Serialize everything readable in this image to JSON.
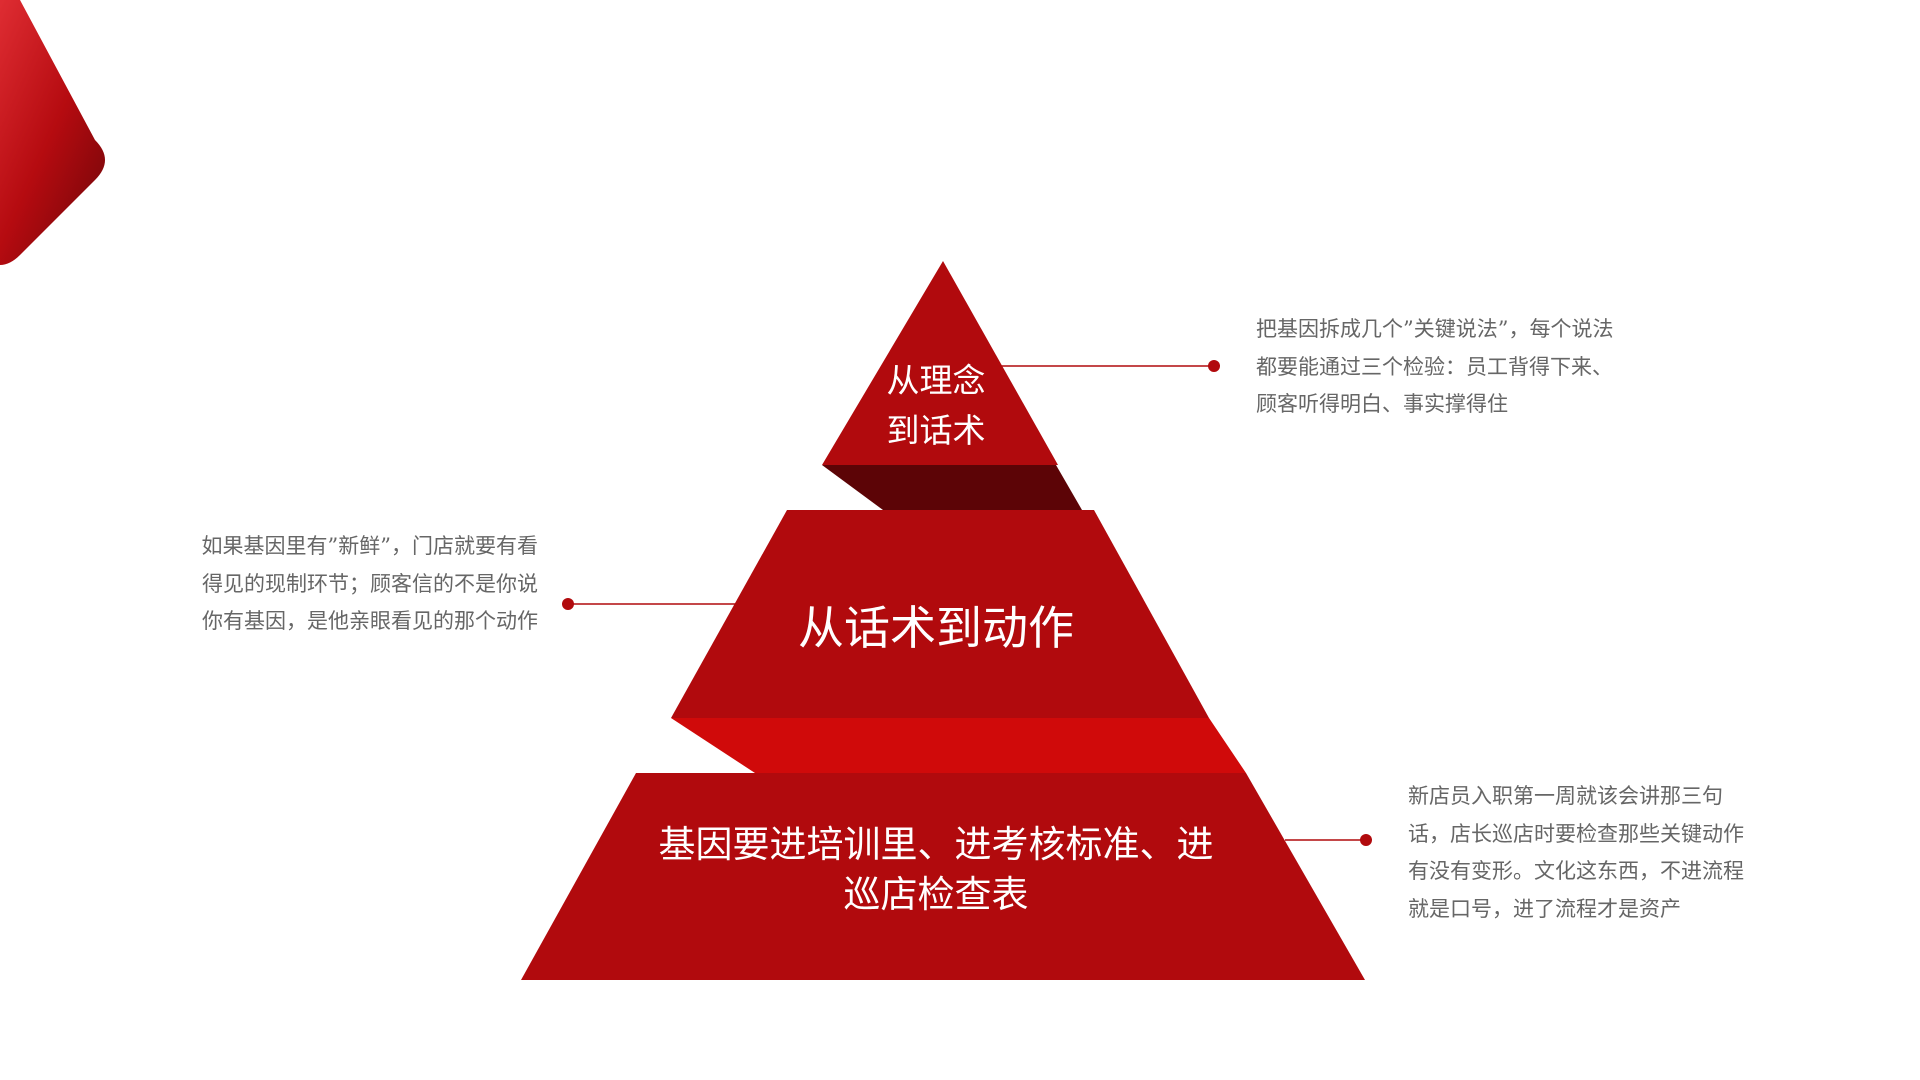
{
  "pyramid": {
    "tiers": [
      {
        "label_lines": [
          "从理念",
          "到话术"
        ]
      },
      {
        "label_lines": [
          "从话术到动作"
        ]
      },
      {
        "label_lines": [
          "基因要进培训里、进考核标准、进",
          "巡店检查表"
        ]
      }
    ],
    "notes": [
      {
        "text": "把基因拆成几个”关键说法”，每个说法都要能通过三个检验：员工背得下来、顾客听得明白、事实撑得住"
      },
      {
        "text": "如果基因里有”新鲜”，门店就要有看得见的现制环节；顾客信的不是你说你有基因，是他亲眼看见的那个动作"
      },
      {
        "text": "新店员入职第一周就该会讲那三句话，店长巡店时要检查那些关键动作有没有变形。文化这东西，不进流程就是口号，进了流程才是资产"
      }
    ]
  },
  "colors": {
    "primary_red": "#b10a0d",
    "bright_red": "#d00a0a",
    "dark_red": "#5c0406",
    "note_text": "#666666",
    "line": "#b10a0d"
  }
}
